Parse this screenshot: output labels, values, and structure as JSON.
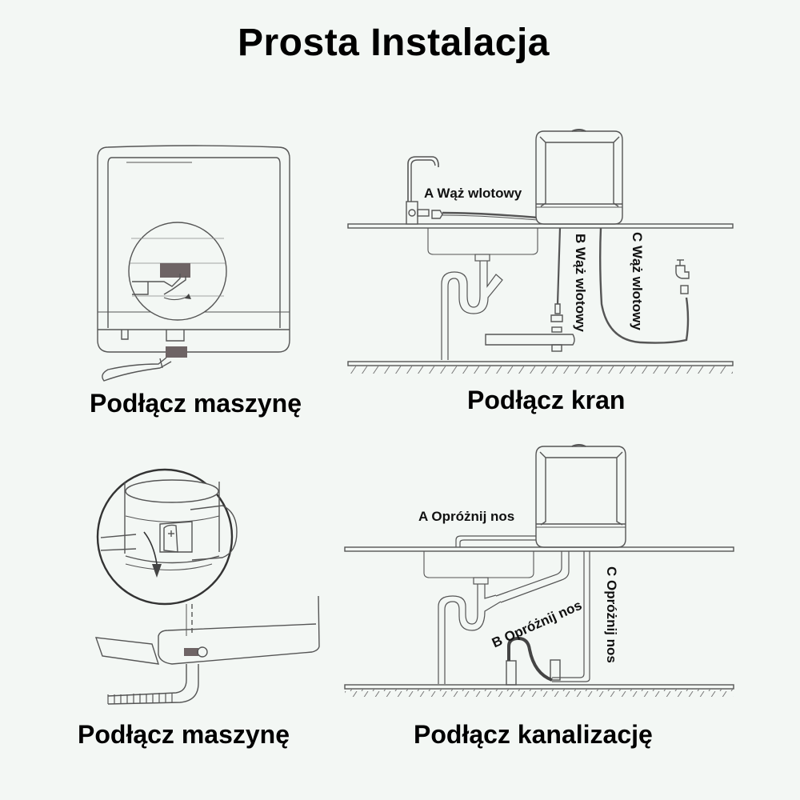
{
  "title": "Prosta Instalacja",
  "panels": [
    {
      "id": "machine-connection-1",
      "caption": "Podłącz maszynę",
      "illustration": "dishwasher-rear-view-inlet-detail"
    },
    {
      "id": "faucet-connection",
      "caption": "Podłącz kran",
      "illustration": "under-sink-inlet-hose-options",
      "labels": {
        "a": "A Wąż wlotowy",
        "b": "B Wąż wlotowy",
        "c": "C Wąż wlotowy"
      }
    },
    {
      "id": "machine-connection-2",
      "caption": "Podłącz maszynę",
      "illustration": "drain-outlet-detail"
    },
    {
      "id": "drain-connection",
      "caption": "Podłącz kanalizację",
      "illustration": "under-sink-drain-hose-options",
      "labels": {
        "a": "A Opróżnij nos",
        "b": "B Opróżnij nos",
        "c": "C Opróżnij nos"
      }
    }
  ],
  "colors": {
    "background": "#f3f7f4",
    "line": "#555555",
    "accent_block": "#6e6465",
    "text": "#000000"
  }
}
